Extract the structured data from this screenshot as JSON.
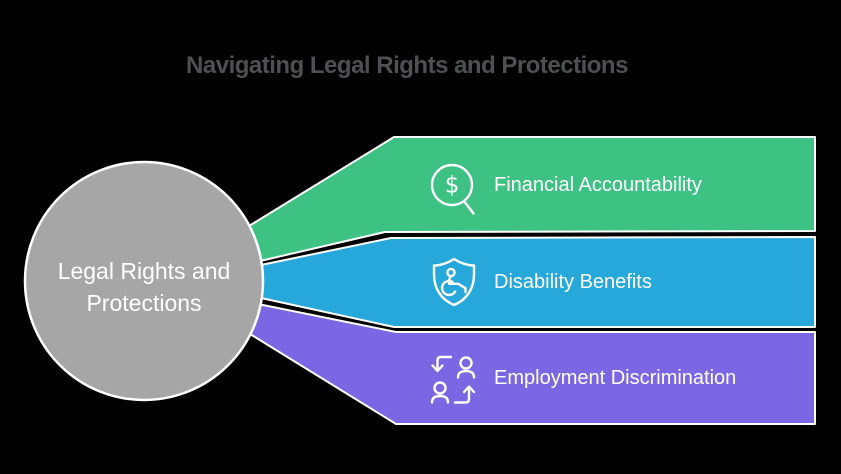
{
  "title": "Navigating Legal Rights and Protections",
  "center_node": {
    "lines": [
      "Legal Rights and",
      "Protections"
    ],
    "fill": "#a6a6a6"
  },
  "branches": [
    {
      "label": "Financial Accountability",
      "color": "#3dc283",
      "icon": "dollar-magnifier-icon",
      "icon_symbol": "$"
    },
    {
      "label": "Disability Benefits",
      "color": "#26a8db",
      "icon": "wheelchair-shield-icon"
    },
    {
      "label": "Employment Discrimination",
      "color": "#7b66e3",
      "icon": "people-swap-icon"
    }
  ],
  "colors": {
    "background": "#000000",
    "outline": "#ffffff",
    "title_text": "#4e5052",
    "label_text": "#ffffff"
  }
}
